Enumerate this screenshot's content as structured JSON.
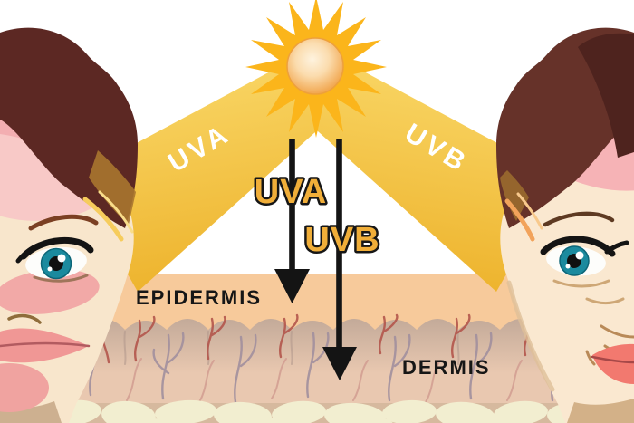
{
  "illustration": {
    "beams": {
      "left_label": "UVA",
      "right_label": "UVB"
    },
    "rays": {
      "uva_label": "UVA",
      "uvb_label": "UVB"
    },
    "skin_layers": {
      "epidermis_label": "EPIDERMIS",
      "dermis_label": "DERMIS"
    },
    "colors": {
      "sun_star": "#FBB51B",
      "sun_core_light": "#FEF3DF",
      "sun_core_dark": "#EC9A41",
      "beam_light": "#FAD96A",
      "beam_dark": "#EDB22B",
      "epidermis": "#F7CA9B",
      "dermis_upper": "#C3AA99",
      "dermis_lower": "#E9C8B0",
      "subcutis": "#D6B99E",
      "fat_cell": "#F2EED0",
      "arrow": "#141414",
      "ray_label_fill": "#F0AE39",
      "vessel_red": "#B2554B",
      "vessel_gray": "#A18F9D",
      "hair_brown": "#5C2823",
      "skin_tone": "#F8E6CC",
      "irritation_pink": "#F3AEB1",
      "iris_teal": "#1B8A9E"
    }
  }
}
